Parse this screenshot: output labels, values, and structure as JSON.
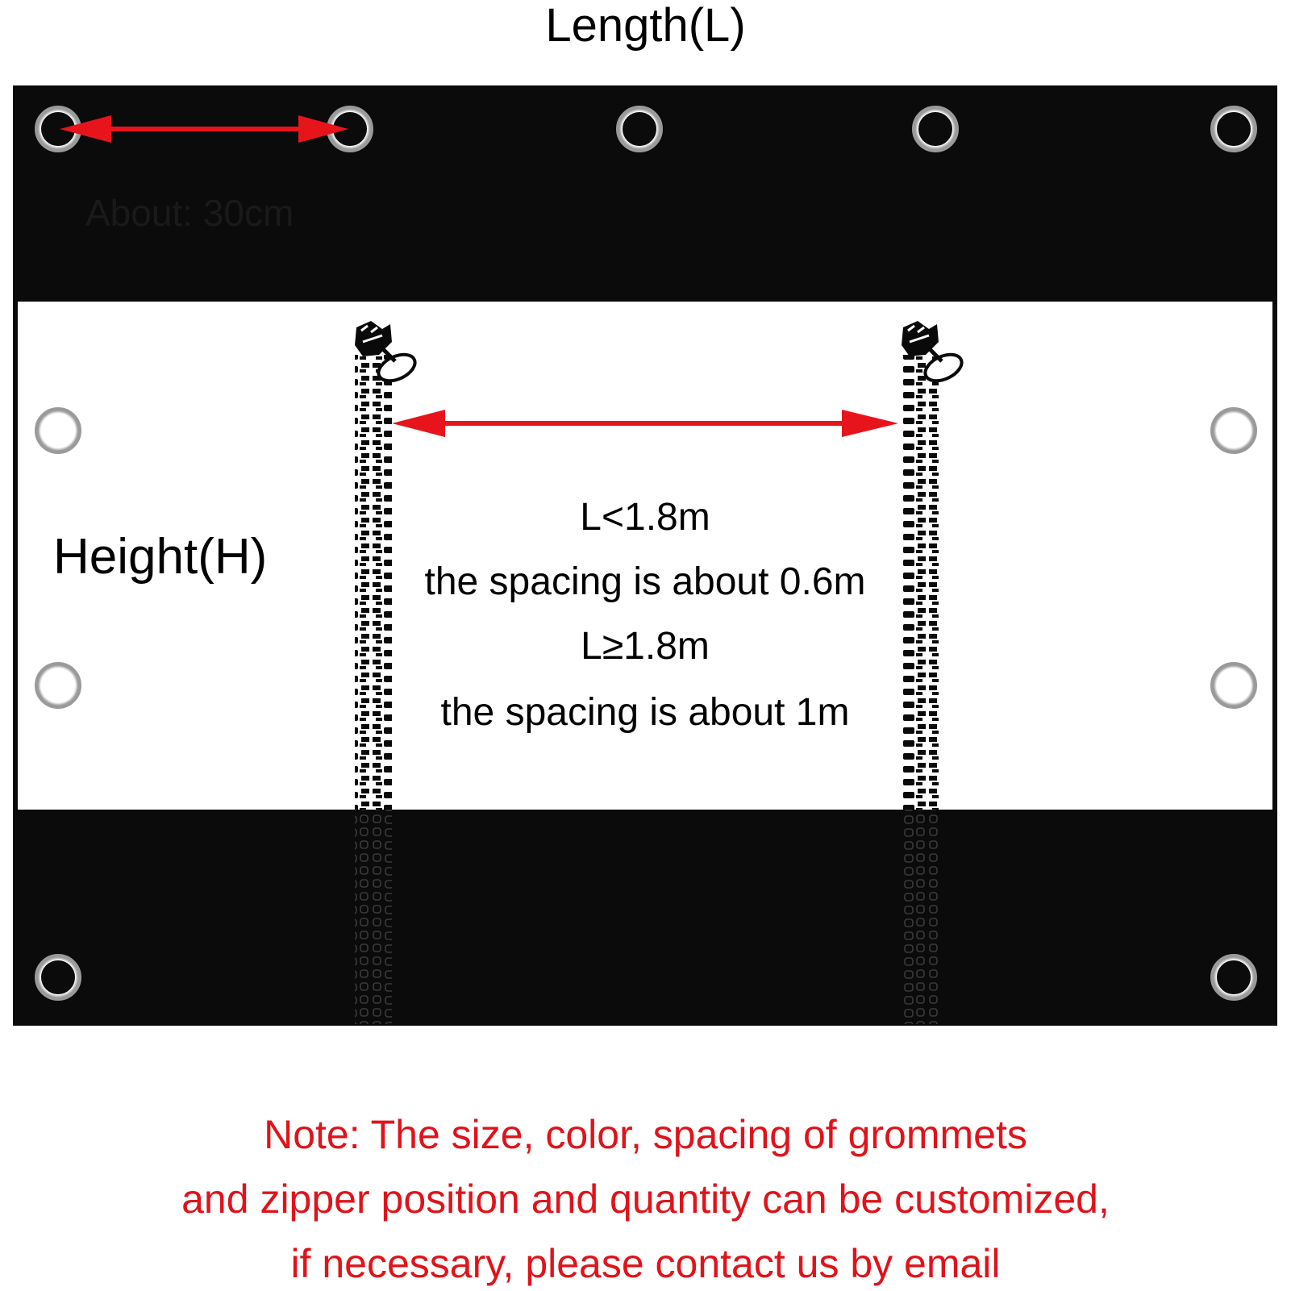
{
  "diagram": {
    "length_label": "Length(L)",
    "height_label": "Height(H)",
    "grommet_spacing_label": "About: 30cm",
    "zipper_spacing_lines": [
      "L<1.8m",
      "the spacing is about 0.6m",
      "L≥1.8m",
      "the spacing is about 1m"
    ],
    "note_lines": [
      "Note: The size, color, spacing of grommets",
      "and zipper position and quantity can be customized,",
      "if necessary, please contact us by email"
    ],
    "colors": {
      "panel_dark": "#0b0b0b",
      "panel_light": "#ffffff",
      "arrow": "#e8141c",
      "note_text": "#e0131a"
    },
    "icons": [
      "grommet-icon",
      "zipper-icon",
      "zipper-pull-icon",
      "double-arrow-icon"
    ]
  }
}
